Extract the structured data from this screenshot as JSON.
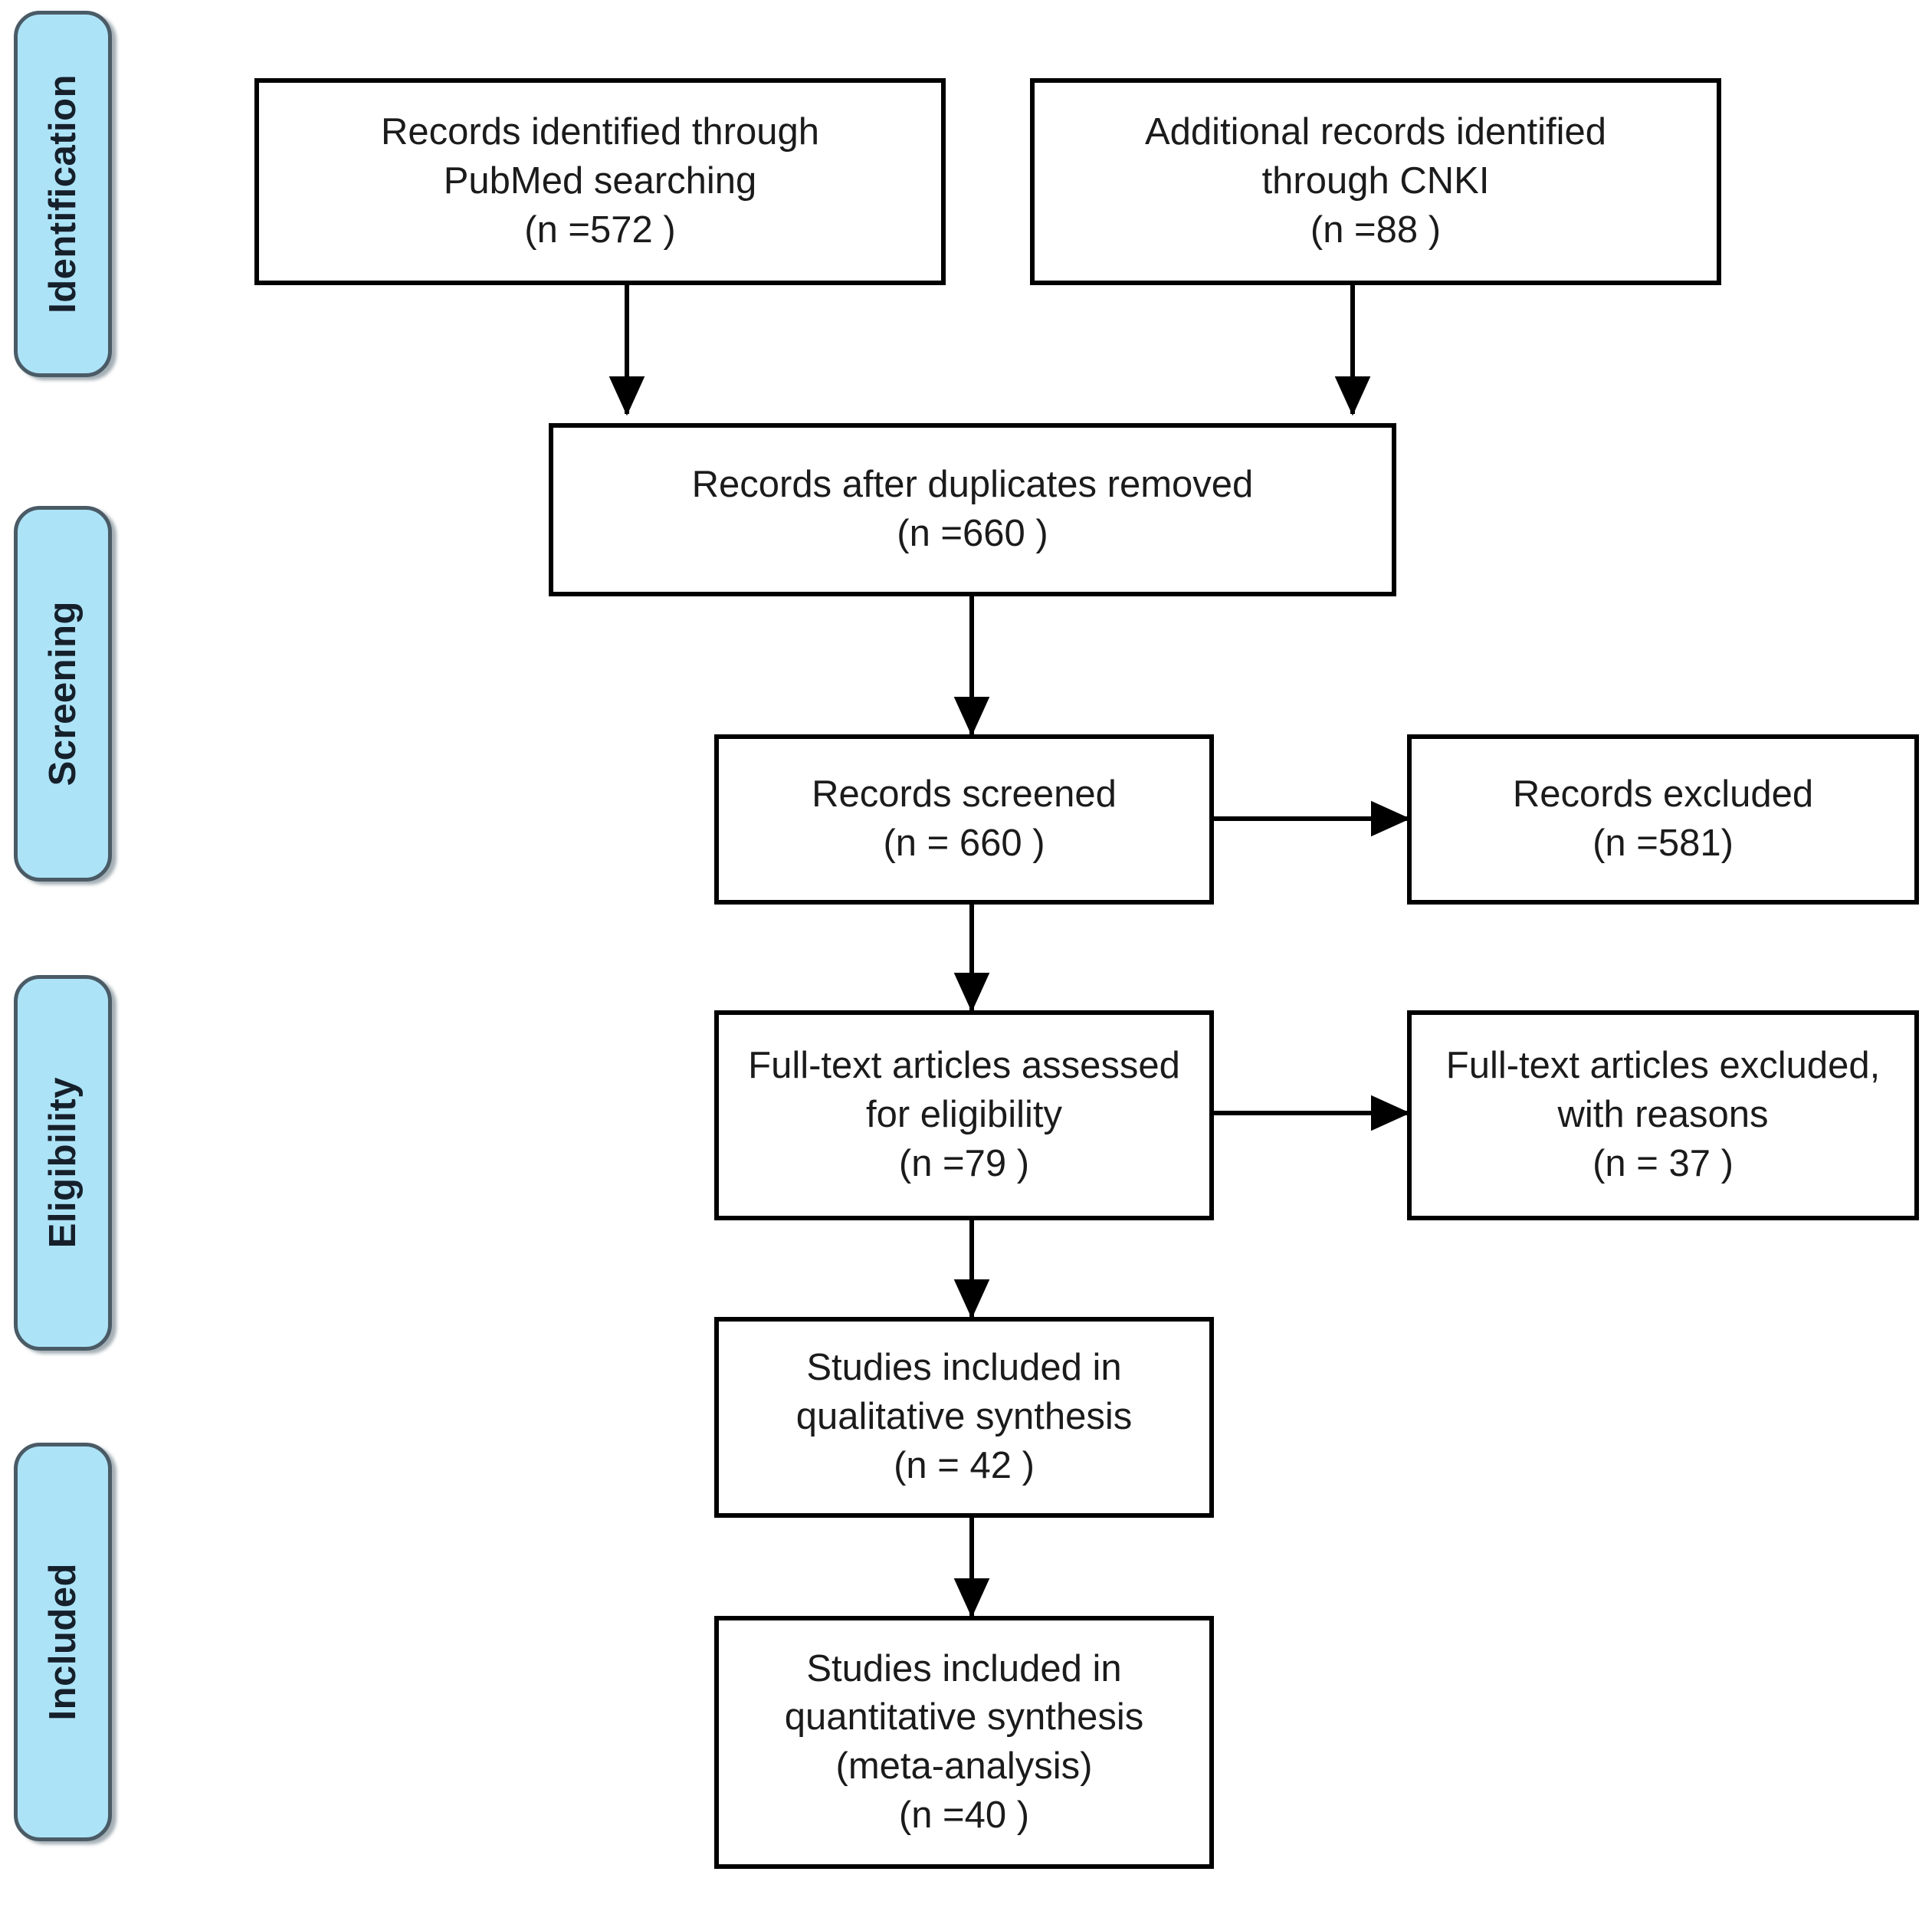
{
  "diagram": {
    "title": "PRISMA flow diagram",
    "colors": {
      "pill_fill": "#ade3f7",
      "pill_border": "#4a5b66",
      "box_border": "#000000",
      "text": "#1b1b1b",
      "background": "#ffffff"
    },
    "stages": [
      {
        "label": "Identification"
      },
      {
        "label": "Screening"
      },
      {
        "label": "Eligibility"
      },
      {
        "label": "Included"
      }
    ],
    "boxes": [
      {
        "id": "records-pubmed",
        "lines": [
          "Records identified through",
          "PubMed searching",
          "(n =572 )"
        ],
        "count": 572
      },
      {
        "id": "records-cnki",
        "lines": [
          "Additional records identified",
          "through CNKI",
          "(n =88 )"
        ],
        "count": 88
      },
      {
        "id": "records-after-duplicates",
        "lines": [
          "Records after duplicates removed",
          "(n =660 )"
        ],
        "count": 660
      },
      {
        "id": "records-screened",
        "lines": [
          "Records screened",
          "(n = 660 )"
        ],
        "count": 660
      },
      {
        "id": "records-excluded",
        "lines": [
          "Records excluded",
          "(n =581)"
        ],
        "count": 581
      },
      {
        "id": "fulltext-assessed",
        "lines": [
          "Full-text articles assessed",
          "for eligibility",
          "(n =79 )"
        ],
        "count": 79
      },
      {
        "id": "fulltext-excluded",
        "lines": [
          "Full-text articles excluded,",
          "with reasons",
          "(n = 37 )"
        ],
        "count": 37
      },
      {
        "id": "studies-qualitative",
        "lines": [
          "Studies included in",
          "qualitative synthesis",
          "(n = 42 )"
        ],
        "count": 42
      },
      {
        "id": "studies-quantitative",
        "lines": [
          "Studies included in",
          "quantitative synthesis",
          "(meta-analysis)",
          "(n =40 )"
        ],
        "count": 40
      }
    ]
  }
}
